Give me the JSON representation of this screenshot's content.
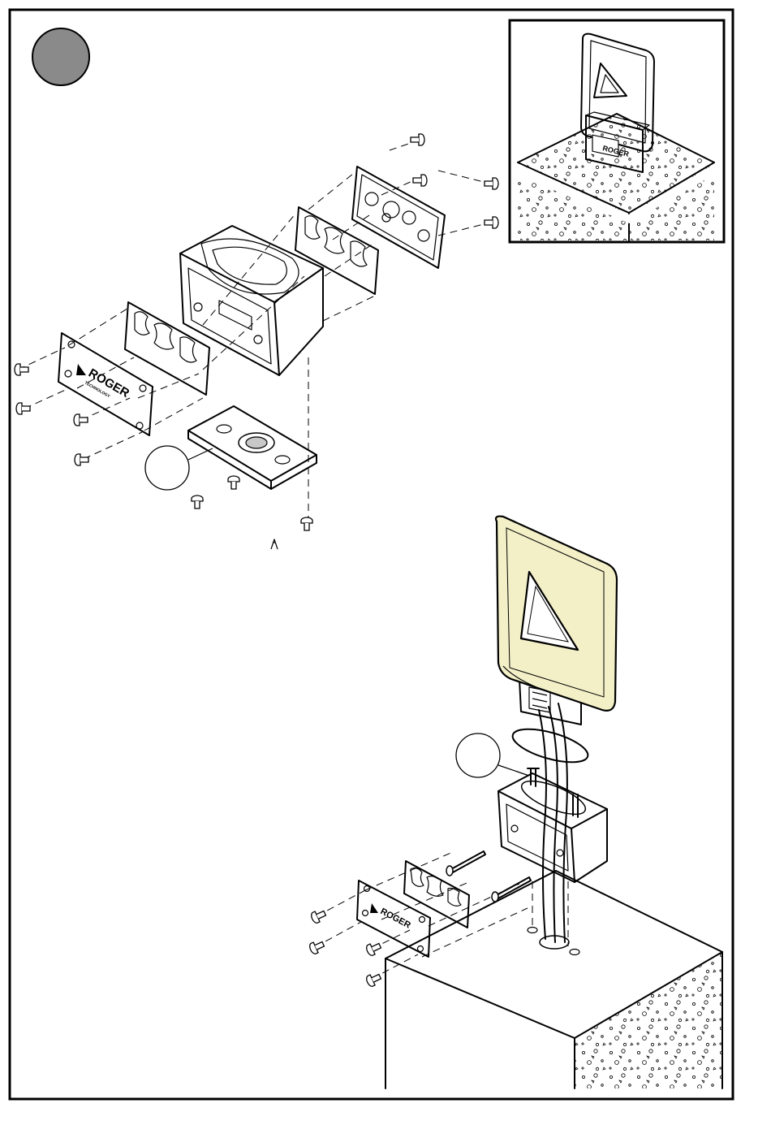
{
  "figure": {
    "step_marker_color": "#8a8a8a",
    "highlight_color": "#f3f0c8",
    "gasket_fill": "#c8c8c8",
    "concrete_texture": "speckled"
  },
  "brand_plate": {
    "logo_text": "ROGER",
    "logo_subtext": "TECHNOLOGY"
  }
}
